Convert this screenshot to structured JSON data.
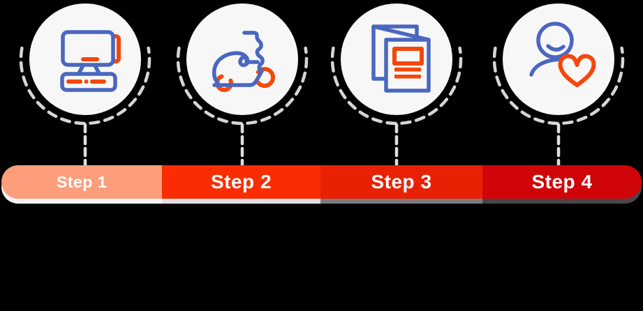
{
  "diagram": {
    "background": "#000000",
    "steps": [
      {
        "label": "Step 1",
        "icon": "desktop-computer-icon",
        "segment_color": "#FC9E7C",
        "shadow_color": "#F5F3F5"
      },
      {
        "label": "Step 2",
        "icon": "delivery-scooter-icon",
        "segment_color": "#FA2D02",
        "shadow_color": "#E3E1E4"
      },
      {
        "label": "Step 3",
        "icon": "menu-brochure-icon",
        "segment_color": "#E92104",
        "shadow_color": "#7D7B7F"
      },
      {
        "label": "Step 4",
        "icon": "customer-heart-icon",
        "segment_color": "#D00509",
        "shadow_color": "#484649"
      }
    ],
    "palette": {
      "icon_blue": "#4A67C0",
      "icon_orange": "#F5470C",
      "circle_fill": "#F7F7F7",
      "dash_gray": "#D6D6D6",
      "dash_gray_light": "#DEDEDE",
      "label_text": "#FFFFFF"
    }
  }
}
